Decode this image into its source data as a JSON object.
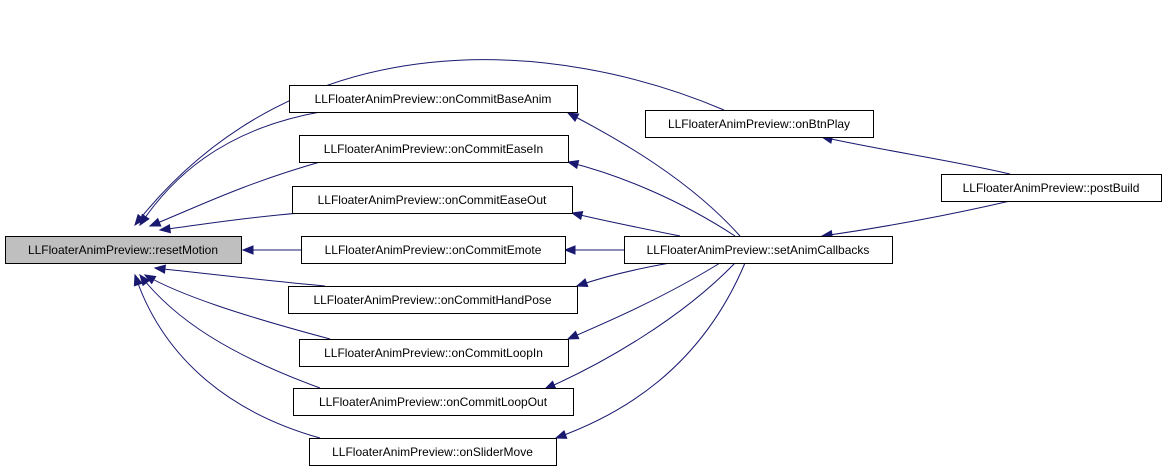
{
  "graph": {
    "colors": {
      "edge": "#191970",
      "root_fill": "#bfbfbf",
      "node_fill": "#ffffff",
      "node_border": "#000000"
    },
    "nodes": {
      "reset_motion": {
        "label": "LLFloaterAnimPreview::resetMotion",
        "root": true
      },
      "on_commit_base_anim": {
        "label": "LLFloaterAnimPreview::onCommitBaseAnim"
      },
      "on_commit_ease_in": {
        "label": "LLFloaterAnimPreview::onCommitEaseIn"
      },
      "on_commit_ease_out": {
        "label": "LLFloaterAnimPreview::onCommitEaseOut"
      },
      "on_commit_emote": {
        "label": "LLFloaterAnimPreview::onCommitEmote"
      },
      "on_commit_hand_pose": {
        "label": "LLFloaterAnimPreview::onCommitHandPose"
      },
      "on_commit_loop_in": {
        "label": "LLFloaterAnimPreview::onCommitLoopIn"
      },
      "on_commit_loop_out": {
        "label": "LLFloaterAnimPreview::onCommitLoopOut"
      },
      "on_slider_move": {
        "label": "LLFloaterAnimPreview::onSliderMove"
      },
      "on_btn_play": {
        "label": "LLFloaterAnimPreview::onBtnPlay"
      },
      "set_anim_callbacks": {
        "label": "LLFloaterAnimPreview::setAnimCallbacks"
      },
      "post_build": {
        "label": "LLFloaterAnimPreview::postBuild"
      }
    },
    "edges": [
      {
        "from": "on_btn_play",
        "to": "reset_motion"
      },
      {
        "from": "on_commit_base_anim",
        "to": "reset_motion"
      },
      {
        "from": "on_commit_ease_in",
        "to": "reset_motion"
      },
      {
        "from": "on_commit_ease_out",
        "to": "reset_motion"
      },
      {
        "from": "on_commit_emote",
        "to": "reset_motion"
      },
      {
        "from": "on_commit_hand_pose",
        "to": "reset_motion"
      },
      {
        "from": "on_commit_loop_in",
        "to": "reset_motion"
      },
      {
        "from": "on_commit_loop_out",
        "to": "reset_motion"
      },
      {
        "from": "on_slider_move",
        "to": "reset_motion"
      },
      {
        "from": "set_anim_callbacks",
        "to": "on_commit_base_anim"
      },
      {
        "from": "set_anim_callbacks",
        "to": "on_commit_ease_in"
      },
      {
        "from": "set_anim_callbacks",
        "to": "on_commit_ease_out"
      },
      {
        "from": "set_anim_callbacks",
        "to": "on_commit_emote"
      },
      {
        "from": "set_anim_callbacks",
        "to": "on_commit_hand_pose"
      },
      {
        "from": "set_anim_callbacks",
        "to": "on_commit_loop_in"
      },
      {
        "from": "set_anim_callbacks",
        "to": "on_commit_loop_out"
      },
      {
        "from": "set_anim_callbacks",
        "to": "on_slider_move"
      },
      {
        "from": "post_build",
        "to": "on_btn_play"
      },
      {
        "from": "post_build",
        "to": "set_anim_callbacks"
      }
    ]
  }
}
